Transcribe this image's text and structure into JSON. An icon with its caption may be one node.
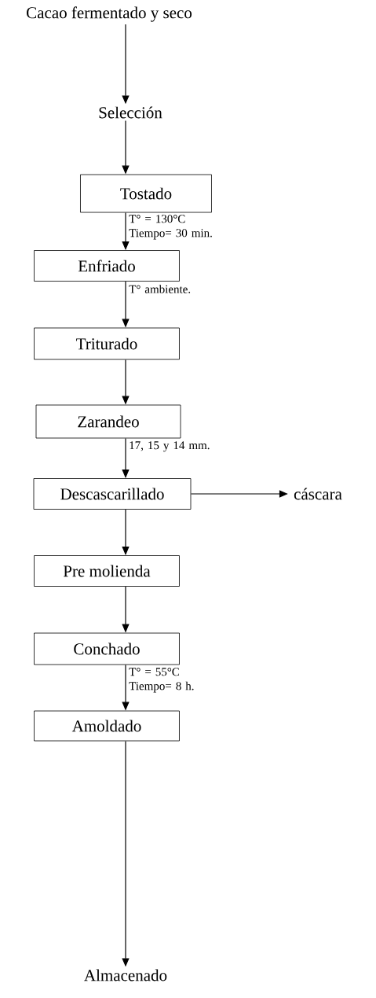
{
  "diagram": {
    "nodes": [
      {
        "text": [
          "Cacao fermentado y seco"
        ]
      },
      {
        "text": [
          "Selección"
        ]
      },
      {
        "text": [
          "Tostado"
        ]
      },
      {
        "text": [
          "Enfriado"
        ]
      },
      {
        "text": [
          "Triturado"
        ]
      },
      {
        "text": [
          "Zarandeo"
        ]
      },
      {
        "text": [
          "Descascarillado"
        ]
      },
      {
        "text": [
          "cáscara"
        ]
      },
      {
        "text": [
          "Pre molienda"
        ]
      },
      {
        "text": [
          "Conchado"
        ]
      },
      {
        "text": [
          "Amoldado"
        ]
      },
      {
        "text": [
          "Almacenado"
        ]
      }
    ],
    "edges": [
      {
        "from": 0,
        "to": 1,
        "arrow": "to"
      },
      {
        "from": 1,
        "to": 2,
        "arrow": "to"
      },
      {
        "from": 2,
        "to": 3,
        "arrow": "to",
        "label": "T° = 130°C Tiempo= 30 min."
      },
      {
        "from": 3,
        "to": 4,
        "arrow": "to",
        "label": "T° ambiente."
      },
      {
        "from": 4,
        "to": 5,
        "arrow": "to"
      },
      {
        "from": 5,
        "to": 6,
        "arrow": "to",
        "label": "17, 15 y 14 mm."
      },
      {
        "from": 6,
        "to": 7,
        "arrow": "to"
      },
      {
        "from": 6,
        "to": 8,
        "arrow": "to"
      },
      {
        "from": 8,
        "to": 9,
        "arrow": "to"
      },
      {
        "from": 9,
        "to": 10,
        "arrow": "to",
        "label": "T° = 55°C Tiempo= 8 h."
      },
      {
        "from": 10,
        "to": 11,
        "arrow": "to"
      }
    ]
  }
}
